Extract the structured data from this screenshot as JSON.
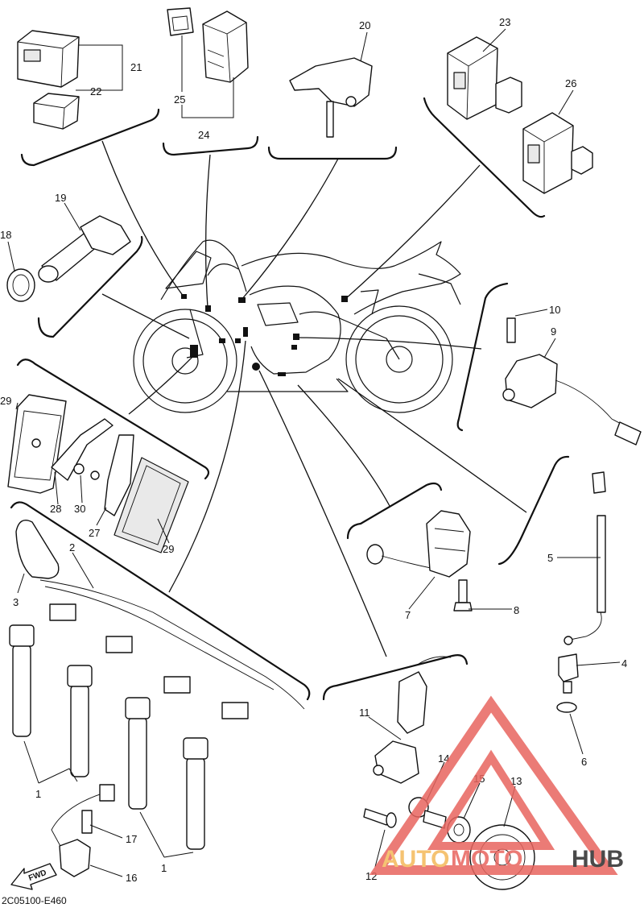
{
  "diagram": {
    "code": "2C05100-E460",
    "fwd_label": "FWD",
    "watermark": {
      "part1": "AUTO",
      "part2": "MOTO",
      "part3": "HUB",
      "color_primary": "#e8655f",
      "color_secondary": "#f4b95a",
      "color_dark": "#2b2b2b"
    },
    "callouts": [
      {
        "n": "1"
      },
      {
        "n": "1"
      },
      {
        "n": "2"
      },
      {
        "n": "3"
      },
      {
        "n": "4"
      },
      {
        "n": "5"
      },
      {
        "n": "6"
      },
      {
        "n": "7"
      },
      {
        "n": "8"
      },
      {
        "n": "9"
      },
      {
        "n": "10"
      },
      {
        "n": "11"
      },
      {
        "n": "12"
      },
      {
        "n": "13"
      },
      {
        "n": "14"
      },
      {
        "n": "15"
      },
      {
        "n": "16"
      },
      {
        "n": "17"
      },
      {
        "n": "18"
      },
      {
        "n": "19"
      },
      {
        "n": "20"
      },
      {
        "n": "21"
      },
      {
        "n": "22"
      },
      {
        "n": "23"
      },
      {
        "n": "24"
      },
      {
        "n": "25"
      },
      {
        "n": "26"
      },
      {
        "n": "27"
      },
      {
        "n": "28"
      },
      {
        "n": "29"
      },
      {
        "n": "29"
      },
      {
        "n": "30"
      }
    ]
  }
}
